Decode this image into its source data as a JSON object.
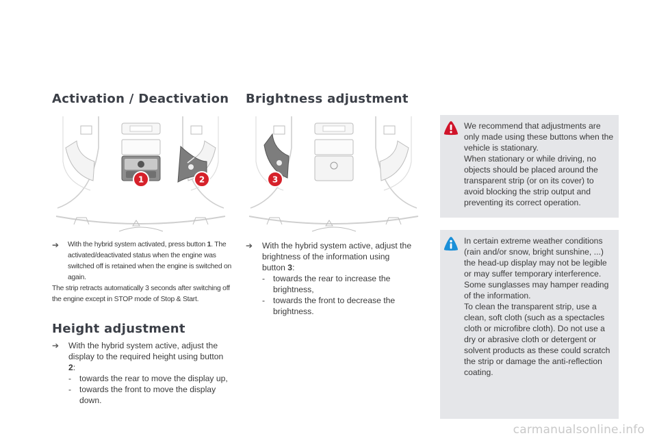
{
  "activation": {
    "heading": "Activation / Deactivation",
    "callouts": [
      "1",
      "2"
    ],
    "bullet_pre": "With the hybrid system activated, press button ",
    "bullet_btn": "1",
    "bullet_post": ". The activated/deactivated status when the engine was switched off is retained when the engine is switched on again.",
    "note": "The strip retracts automatically 3 seconds after switching off the engine except in STOP mode of Stop & Start."
  },
  "height": {
    "heading": "Height adjustment",
    "bullet_pre": "With the hybrid system active, adjust the display to the required height using button ",
    "bullet_btn": "2",
    "bullet_post": ":",
    "items": [
      "towards the rear to move the display up,",
      "towards the front to move the display down."
    ]
  },
  "brightness": {
    "heading": "Brightness adjustment",
    "callout": "3",
    "bullet_pre": "With the hybrid system active, adjust the brightness of the information using button ",
    "bullet_btn": "3",
    "bullet_post": ":",
    "items": [
      "towards the rear to increase the brightness,",
      "towards the front to decrease the brightness."
    ]
  },
  "warning_note": {
    "icon": "warning-icon",
    "color": "#d0142a",
    "paragraphs": [
      "We recommend that adjustments are only made using these buttons when the vehicle is stationary.",
      "When stationary or while driving, no objects should be placed around the transparent strip (or on its cover) to avoid blocking the strip output and preventing its correct operation."
    ]
  },
  "info_note": {
    "icon": "info-icon",
    "color": "#1a8fd8",
    "paragraphs": [
      "In certain extreme weather conditions (rain and/or snow, bright sunshine, ...) the head-up display may not be legible or may suffer temporary interference.",
      "Some sunglasses may hamper reading of the information.",
      "To clean the transparent strip, use a clean, soft cloth (such as a spectacles cloth or microfibre cloth). Do not use a dry or abrasive cloth or detergent or solvent products as these could scratch the strip or damage the anti-reflection coating."
    ]
  },
  "bullet_glyph": "➔",
  "dash_glyph": "-",
  "watermark": "carmanualsonline.info"
}
